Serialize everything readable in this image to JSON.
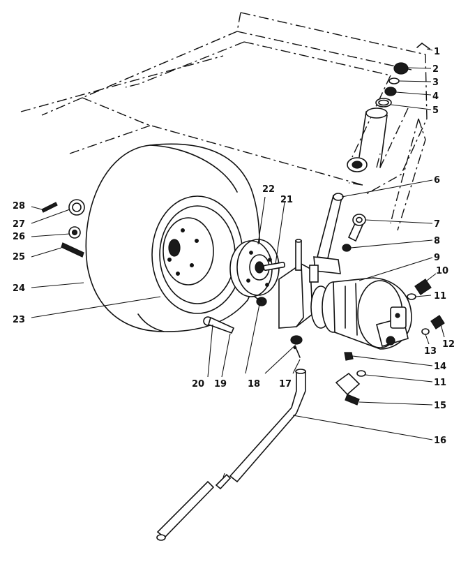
{
  "callouts": [
    {
      "id": "1",
      "text": "1"
    },
    {
      "id": "2",
      "text": "2"
    },
    {
      "id": "3",
      "text": "3"
    },
    {
      "id": "4",
      "text": "4"
    },
    {
      "id": "5",
      "text": "5"
    },
    {
      "id": "6",
      "text": "6"
    },
    {
      "id": "7",
      "text": "7"
    },
    {
      "id": "8",
      "text": "8"
    },
    {
      "id": "9",
      "text": "9"
    },
    {
      "id": "10",
      "text": "10"
    },
    {
      "id": "11a",
      "text": "11"
    },
    {
      "id": "12",
      "text": "12"
    },
    {
      "id": "13",
      "text": "13"
    },
    {
      "id": "14",
      "text": "14"
    },
    {
      "id": "11b",
      "text": "11"
    },
    {
      "id": "15",
      "text": "15"
    },
    {
      "id": "16",
      "text": "16"
    },
    {
      "id": "17",
      "text": "17"
    },
    {
      "id": "18",
      "text": "18"
    },
    {
      "id": "19",
      "text": "19"
    },
    {
      "id": "20",
      "text": "20"
    },
    {
      "id": "21",
      "text": "21"
    },
    {
      "id": "22",
      "text": "22"
    },
    {
      "id": "23",
      "text": "23"
    },
    {
      "id": "24",
      "text": "24"
    },
    {
      "id": "25",
      "text": "25"
    },
    {
      "id": "26",
      "text": "26"
    },
    {
      "id": "27",
      "text": "27"
    },
    {
      "id": "28",
      "text": "28"
    }
  ],
  "colors": {
    "ink": "#111111",
    "paper": "#ffffff"
  }
}
